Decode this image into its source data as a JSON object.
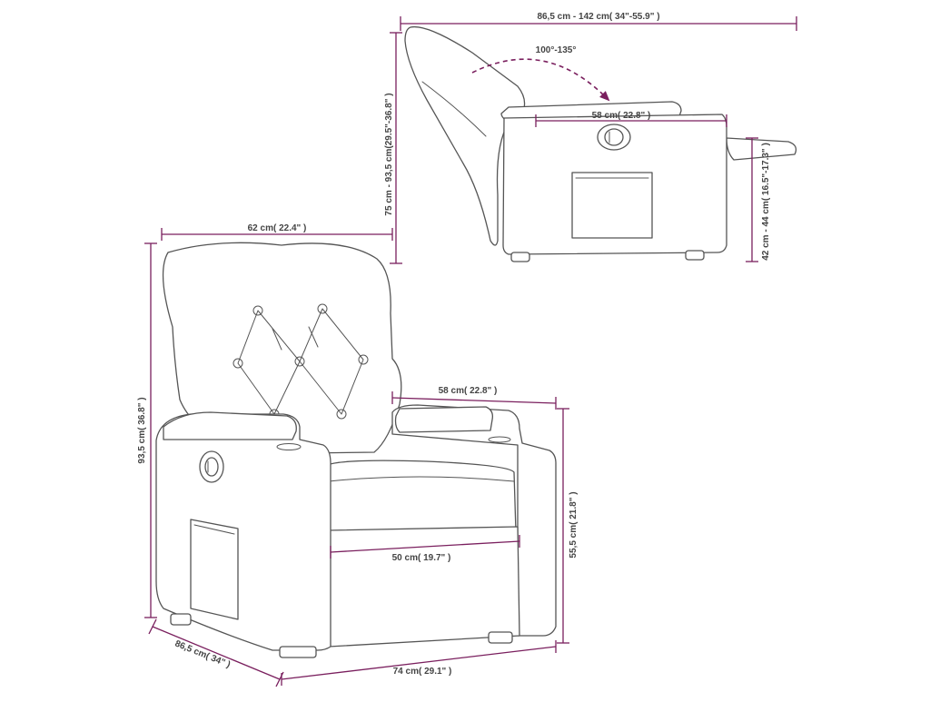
{
  "dimensions": {
    "side_length": "86,5 cm - 142 cm( 34\"-55.9\" )",
    "recline_angle": "100°-135°",
    "side_seat_depth": "58 cm( 22.8\" )",
    "side_height": "75 cm - 93,5 cm(29.5\"-36.8\" )",
    "footrest_height": "42 cm - 44 cm( 16.5\"-17.3\" )",
    "backrest_width": "62 cm( 22.4\" )",
    "total_height": "93,5 cm( 36.8\" )",
    "seat_depth": "58 cm( 22.8\" )",
    "seat_width": "50 cm( 19.7\" )",
    "armrest_height": "55,5 cm( 21.8\" )",
    "total_depth": "86,5 cm( 34\" )",
    "total_width": "74 cm( 29.1\" )"
  },
  "colors": {
    "dimension_line": "#7a1f5e",
    "outline": "#555555",
    "label_text": "#444444"
  }
}
